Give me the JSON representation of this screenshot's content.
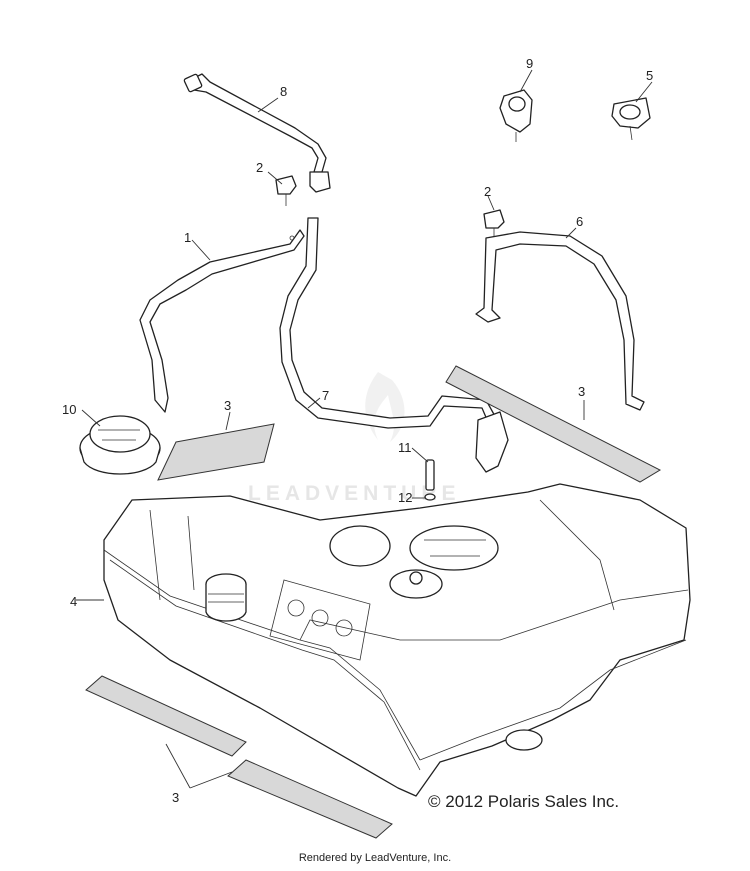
{
  "callouts": {
    "c1": "1",
    "c2a": "2",
    "c2b": "2",
    "c3a": "3",
    "c3b": "3",
    "c3c": "3",
    "c4": "4",
    "c5": "5",
    "c6": "6",
    "c7": "7",
    "c8": "8",
    "c9": "9",
    "c10": "10",
    "c11": "11",
    "c12": "12"
  },
  "watermark": "LEADVENTURE",
  "copyright": "© 2012 Polaris Sales Inc.",
  "footer": "Rendered by LeadVenture, Inc."
}
